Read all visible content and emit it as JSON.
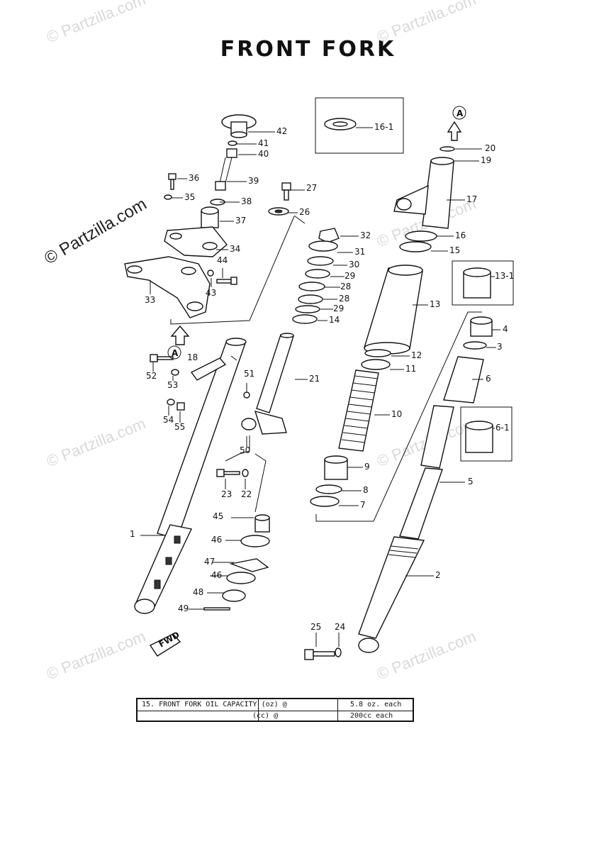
{
  "title": "FRONT FORK",
  "watermark": {
    "main": "© Partzilla.com",
    "repeat": "© Partzilla.com"
  },
  "arrow_markers": {
    "a_label": "A",
    "fwd_label": "FWD"
  },
  "callouts": [
    "1",
    "2",
    "3",
    "4",
    "5",
    "6",
    "6-1",
    "7",
    "8",
    "9",
    "10",
    "11",
    "12",
    "13",
    "13-1",
    "14",
    "15",
    "16",
    "16-1",
    "17",
    "19",
    "20",
    "21",
    "22",
    "23",
    "24",
    "25",
    "26",
    "27",
    "28",
    "28",
    "29",
    "29",
    "30",
    "31",
    "32",
    "33",
    "34",
    "35",
    "36",
    "37",
    "38",
    "39",
    "40",
    "41",
    "42",
    "43",
    "44",
    "45",
    "46",
    "46",
    "47",
    "48",
    "49",
    "50",
    "51",
    "52",
    "53",
    "54",
    "55",
    "18"
  ],
  "spec_table": {
    "row1_label": "15. FRONT FORK OIL CAPACITY (oz) @",
    "row1_value": "5.8 oz. each",
    "row2_label": "(cc) @",
    "row2_value": "200cc each"
  }
}
